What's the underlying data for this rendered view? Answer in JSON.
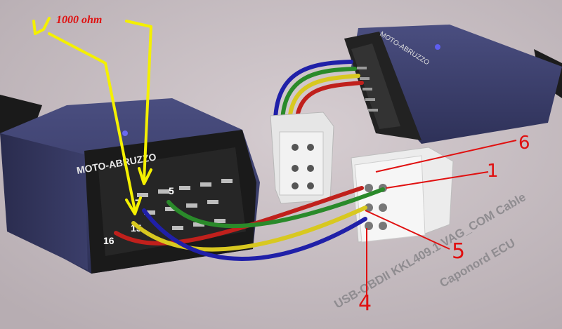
{
  "annotation": {
    "resistor_note": "1000 ohm"
  },
  "obd_connector_front": {
    "brand": "MOTO-ABRUZZO",
    "pin_labels": {
      "p5": "5",
      "p7": "7",
      "p15": "15",
      "p16": "16"
    }
  },
  "obd_connector_back": {
    "brand": "MOTO-ABRUZZO"
  },
  "wire_labels": {
    "w1": "1",
    "w4": "4",
    "w5": "5",
    "w6": "6"
  },
  "caption": {
    "line1": "USB-OBDII KKL409.1 VAG_COM Cable",
    "line2": "Caponord ECU"
  },
  "colors": {
    "wire_red": "#c0201c",
    "wire_green": "#2a8a2a",
    "wire_yellow": "#d8c820",
    "wire_blue": "#2020a8",
    "annotation_yellow": "#f4f000",
    "annotation_red": "#e01010",
    "connector_body": "#3a3d66",
    "background": "#c9bfc4"
  }
}
